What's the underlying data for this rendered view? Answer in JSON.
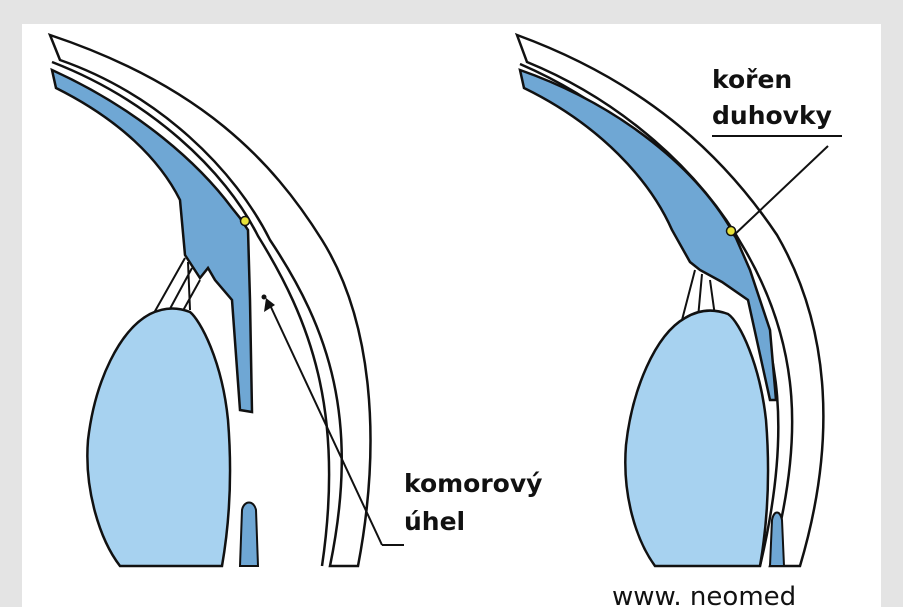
{
  "diagram": {
    "left_panel": {
      "label_line1": "komorový",
      "label_line2": "úhel"
    },
    "right_panel": {
      "label_line1": "kořen",
      "label_line2": "duhovky"
    },
    "footer_text": "www. neomed",
    "colors": {
      "tissue_blue": "#6fa7d4",
      "lens_blue": "#a7d2f0",
      "outline": "#111111",
      "marker_yellow": "#e8e23a",
      "frame_gray": "#e4e4e4"
    }
  }
}
